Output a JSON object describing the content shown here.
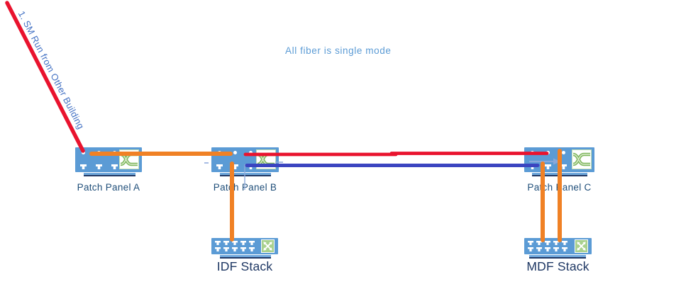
{
  "diagram": {
    "annotations": {
      "sm_run": "1. SM Run from Other Building",
      "fiber_note": "All fiber is single mode"
    },
    "devices": {
      "patch_panel_a": {
        "label": "Patch Panel A",
        "type": "patch-panel"
      },
      "patch_panel_b": {
        "label": "Patch Panel B",
        "type": "patch-panel"
      },
      "patch_panel_c": {
        "label": "Patch Panel C",
        "type": "patch-panel"
      },
      "idf_stack": {
        "label": "IDF Stack",
        "type": "switch-stack"
      },
      "mdf_stack": {
        "label": "MDF Stack",
        "type": "switch-stack"
      }
    },
    "connections": [
      {
        "from": "Other Building",
        "to": "Patch Panel A",
        "label": "1. SM Run from Other Building",
        "color": "red"
      },
      {
        "from": "Patch Panel A",
        "to": "Patch Panel B",
        "color": "orange"
      },
      {
        "from": "Patch Panel B",
        "to": "IDF Stack",
        "color": "orange"
      },
      {
        "from": "Patch Panel B",
        "to": "Patch Panel C",
        "color": "red"
      },
      {
        "from": "Patch Panel B",
        "to": "Patch Panel C",
        "color": "blue"
      },
      {
        "from": "Patch Panel C",
        "to": "MDF Stack",
        "color": "orange"
      },
      {
        "from": "Patch Panel C",
        "to": "MDF Stack",
        "color": "orange"
      }
    ],
    "icons": {
      "patch_panel_icon": "crossover-weave",
      "switch_icon": "crossed-arrows"
    }
  },
  "colors": {
    "cable_orange": "#F08125",
    "cable_red": "#E9132E",
    "cable_blue": "#3B45C0",
    "device_blue": "#5B9BD5",
    "underbar_light": "#6FA8DC",
    "underbar_dark": "#203864",
    "panel_label": "#1F4E79",
    "stack_label": "#1F3864",
    "note_text": "#5B9BD5",
    "sm_run_text": "#4472C4",
    "connector_thin": "#8FAADC",
    "icon_green": "#7DB75C",
    "icon_green_light": "#C5E0B4",
    "port_white": "#FFFFFF"
  }
}
